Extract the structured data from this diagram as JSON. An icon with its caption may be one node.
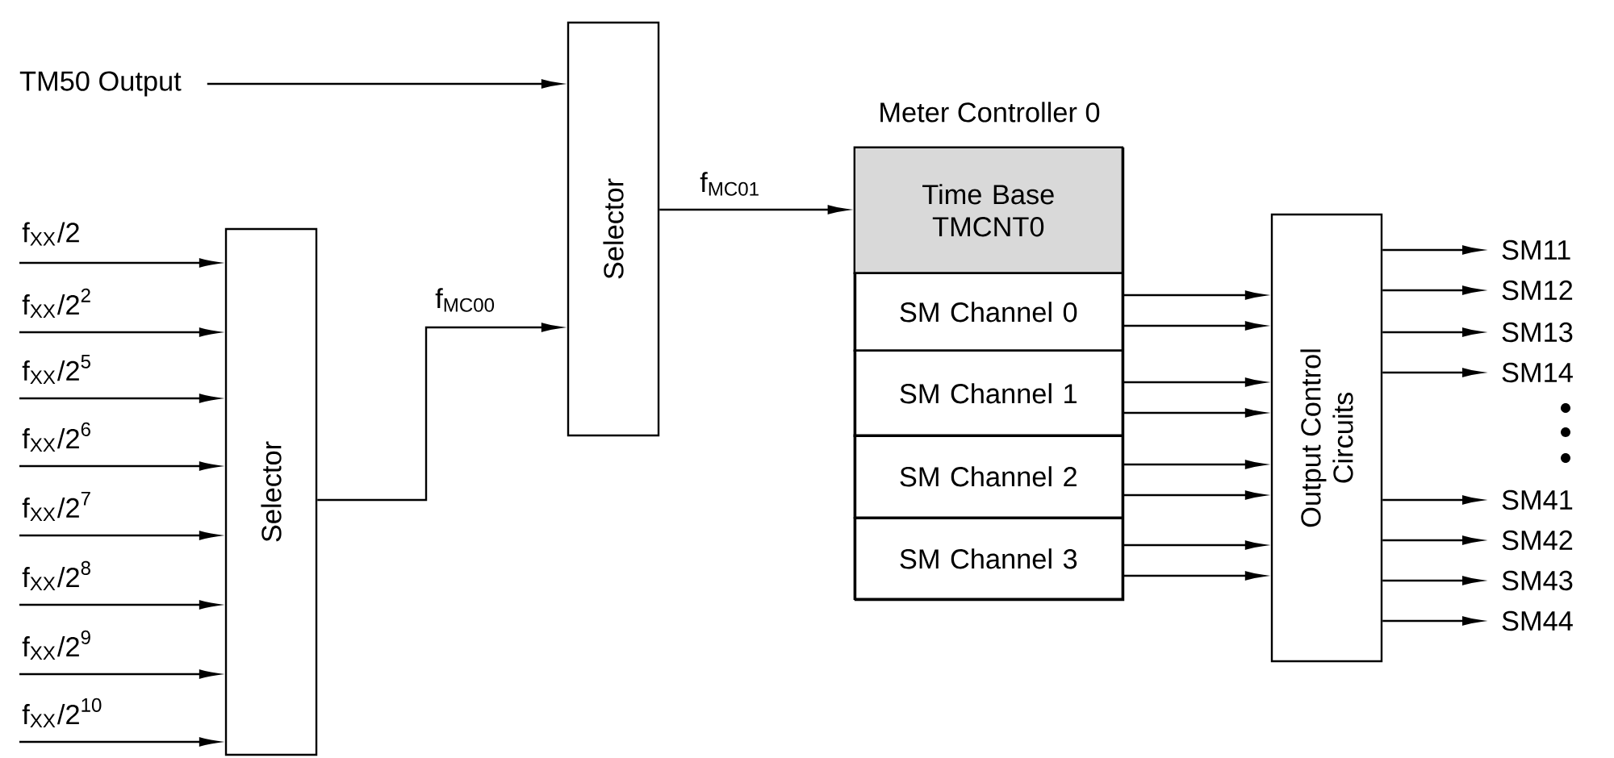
{
  "diagram": {
    "nodes": [
      {
        "text": [
          "TM50 Output"
        ]
      },
      {
        "text": [
          "Selector"
        ]
      },
      {
        "text": [
          "Selector"
        ]
      },
      {
        "text": [
          "Meter Controller 0"
        ]
      },
      {
        "text": [
          "Time Base TMCNT0"
        ],
        "in": 3
      },
      {
        "text": [
          "SM Channel 0"
        ],
        "in": 3
      },
      {
        "text": [
          "SM Channel 1"
        ],
        "in": 3
      },
      {
        "text": [
          "SM Channel 2"
        ],
        "in": 3
      },
      {
        "text": [
          "SM Channel 3"
        ],
        "in": 3
      },
      {
        "text": [
          "Output Control Circuits"
        ]
      },
      {
        "text": [
          "SM11"
        ]
      },
      {
        "text": [
          "SM12"
        ]
      },
      {
        "text": [
          "SM13"
        ]
      },
      {
        "text": [
          "SM14"
        ]
      },
      {
        "text": [
          "SM41"
        ]
      },
      {
        "text": [
          "SM42"
        ]
      },
      {
        "text": [
          "SM43"
        ]
      },
      {
        "text": [
          "SM44"
        ]
      }
    ],
    "edges": [
      {
        "from": null,
        "to": 1,
        "arrow": "to",
        "label": "f$_{XX}$/2"
      },
      {
        "from": null,
        "to": 1,
        "arrow": "to",
        "label": "f$_{XX}$/2$^{2}$"
      },
      {
        "from": null,
        "to": 1,
        "arrow": "to",
        "label": "f$_{XX}$/2$^{5}$"
      },
      {
        "from": null,
        "to": 1,
        "arrow": "to",
        "label": "f$_{XX}$/2$^{6}$"
      },
      {
        "from": null,
        "to": 1,
        "arrow": "to",
        "label": "f$_{XX}$/2$^{7}$"
      },
      {
        "from": null,
        "to": 1,
        "arrow": "to",
        "label": "f$_{XX}$/2$^{8}$"
      },
      {
        "from": null,
        "to": 1,
        "arrow": "to",
        "label": "f$_{XX}$/2$^{9}$"
      },
      {
        "from": null,
        "to": 1,
        "arrow": "to",
        "label": "f$_{XX}$/2$^{10}$"
      },
      {
        "from": 1,
        "to": 2,
        "arrow": "to",
        "label": "f$_{MC00}$"
      },
      {
        "from": 0,
        "to": 2,
        "arrow": "to"
      },
      {
        "from": 2,
        "to": 4,
        "arrow": "to",
        "label": "f$_{MC01}$"
      },
      {
        "from": 5,
        "to": 9,
        "arrow": "to"
      },
      {
        "from": 5,
        "to": 9,
        "arrow": "to"
      },
      {
        "from": 6,
        "to": 9,
        "arrow": "to"
      },
      {
        "from": 6,
        "to": 9,
        "arrow": "to"
      },
      {
        "from": 7,
        "to": 9,
        "arrow": "to"
      },
      {
        "from": 7,
        "to": 9,
        "arrow": "to"
      },
      {
        "from": 8,
        "to": 9,
        "arrow": "to"
      },
      {
        "from": 8,
        "to": 9,
        "arrow": "to"
      },
      {
        "from": 9,
        "to": 10,
        "arrow": "to"
      },
      {
        "from": 9,
        "to": 11,
        "arrow": "to"
      },
      {
        "from": 9,
        "to": 12,
        "arrow": "to"
      },
      {
        "from": 9,
        "to": 13,
        "arrow": "to"
      },
      {
        "from": 9,
        "to": 14,
        "arrow": "to"
      },
      {
        "from": 9,
        "to": 15,
        "arrow": "to"
      },
      {
        "from": 9,
        "to": 16,
        "arrow": "to"
      },
      {
        "from": 9,
        "to": 17,
        "arrow": "to"
      }
    ]
  }
}
